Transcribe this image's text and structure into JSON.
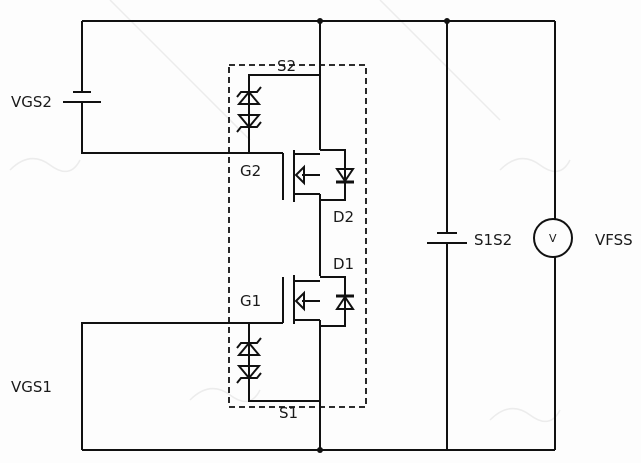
{
  "diagram": {
    "type": "circuit-schematic",
    "labels": {
      "vgs2": "VGS2",
      "vgs1": "VGS1",
      "s2": "S2",
      "s1": "S1",
      "g2": "G2",
      "g1": "G1",
      "d2": "D2",
      "d1": "D1",
      "s1s2": "S1S2",
      "vfss": "VFSS",
      "voltmeter": "V"
    },
    "components": [
      {
        "id": "vgs2",
        "kind": "dc-source",
        "label": "VGS2"
      },
      {
        "id": "vgs1",
        "kind": "gate-loop",
        "label": "VGS1"
      },
      {
        "id": "q2",
        "kind": "n-mosfet",
        "gate": "G2",
        "source": "S2",
        "body_diode": "D2"
      },
      {
        "id": "q1",
        "kind": "n-mosfet",
        "gate": "G1",
        "source": "S1",
        "body_diode": "D1"
      },
      {
        "id": "zd2",
        "kind": "back-to-back-zener",
        "between": [
          "G2",
          "S2"
        ]
      },
      {
        "id": "zd1",
        "kind": "back-to-back-zener",
        "between": [
          "G1",
          "S1"
        ]
      },
      {
        "id": "s1s2",
        "kind": "dc-source",
        "label": "S1S2"
      },
      {
        "id": "vfss",
        "kind": "voltmeter",
        "label": "VFSS"
      }
    ],
    "package_outline": "dashed"
  }
}
